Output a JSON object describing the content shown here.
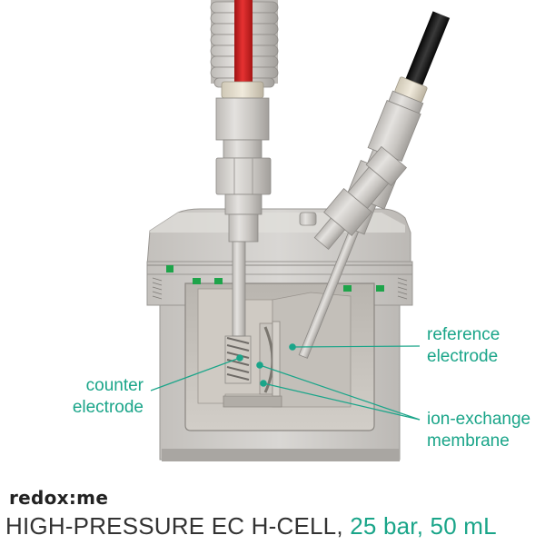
{
  "callouts": {
    "reference": {
      "line1": "reference",
      "line2": "electrode"
    },
    "counter": {
      "line1": "counter",
      "line2": "electrode"
    },
    "membrane": {
      "line1": "ion-exchange",
      "line2": "membrane"
    }
  },
  "brand": {
    "name": "redox:me"
  },
  "headline": {
    "product": "HIGH-PRESSURE EC H-CELL,",
    "specs": "25 bar, 50 mL"
  },
  "colors": {
    "accent": "#1aa589",
    "steel_light": "#d4d2cf",
    "steel_mid": "#b4b1ad",
    "steel_dark": "#8f8c88",
    "interior": "#c9c5bf",
    "cable_red": "#d21f1f",
    "cable_black": "#1b1b1b",
    "seal_green": "#1ea44a",
    "text_dark": "#333333"
  }
}
